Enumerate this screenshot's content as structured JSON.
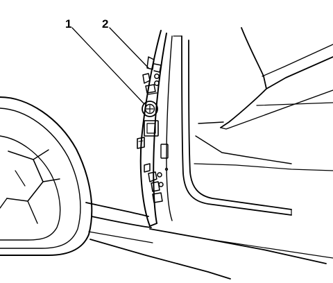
{
  "figure": {
    "callouts": [
      {
        "label": "1",
        "name": "callout-1"
      },
      {
        "label": "2",
        "name": "callout-2"
      }
    ]
  },
  "colors": {
    "ink": "#000000",
    "paper": "#ffffff"
  }
}
